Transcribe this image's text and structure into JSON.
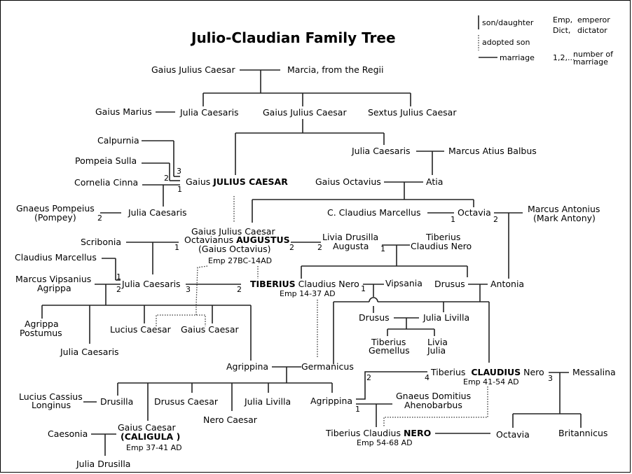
{
  "title": "Julio-Claudian Family Tree",
  "legend": {
    "son_daughter": "son/daughter",
    "adopted_son": "adopted son",
    "marriage": "marriage",
    "emp": "Emp,",
    "emperor": "emperor",
    "dict": "Dict,",
    "dictator": "dictator",
    "numbers": "1,2,...",
    "number_of": "number of",
    "marriage_word": "marriage"
  },
  "people": {
    "gjc_elder": "Gaius Julius Caesar",
    "marcia": "Marcia, from the Regii",
    "gaius_marius": "Gaius Marius",
    "julia_caesaris_1": "Julia Caesaris",
    "gjc_father": "Gaius Julius Caesar",
    "sextus": "Sextus Julius Caesar",
    "calpurnia": "Calpurnia",
    "pompeia": "Pompeia Sulla",
    "cornelia": "Cornelia Cinna",
    "caesar_prefix": "Gaius ",
    "caesar_bold": "JULIUS CAESAR",
    "pompey_1": "Gnaeus Pompeius",
    "pompey_2": "(Pompey)",
    "julia_caesaris_2": "Julia Caesaris",
    "julia_caesaris_3": "Julia Caesaris",
    "atius": "Marcus Atius Balbus",
    "gaius_octavius": "Gaius Octavius",
    "atia": "Atia",
    "marcellus_c": "C. Claudius Marcellus",
    "octavia": "Octavia",
    "antonius_1": "Marcus Antonius",
    "antonius_2": "(Mark Antony)",
    "augustus_1": "Gaius Julius Caesar",
    "augustus_2a": "Octavianus ",
    "augustus_2b": "AUGUSTUS",
    "augustus_3": "(Gaius Octavius)",
    "augustus_emp": "Emp 27BC-14AD",
    "scribonia": "Scribonia",
    "livia_1": "Livia Drusilla",
    "livia_2": "Augusta",
    "tcn_1": "Tiberius",
    "tcn_2": "Claudius Nero",
    "claudius_marcellus": "Claudius Marcellus",
    "agrippa_1": "Marcus Vipsanius",
    "agrippa_2": "Agrippa",
    "julia_elder": "Julia Caesaris",
    "tiberius_bold": "TIBERIUS",
    "tiberius_rest": " Claudius Nero",
    "tiberius_emp": "Emp 14-37 AD",
    "vipsania": "Vipsania",
    "drusus_elder": "Drusus",
    "antonia": "Antonia",
    "postumus_1": "Agrippa",
    "postumus_2": "Postumus",
    "julia_younger": "Julia Caesaris",
    "lucius": "Lucius Caesar",
    "gaius_c": "Gaius Caesar",
    "drusus_younger": "Drusus",
    "julia_livilla_1": "Julia Livilla",
    "gemellus_1": "Tiberius",
    "gemellus_2": "Gemellus",
    "livia_julia_1": "Livia",
    "livia_julia_2": "Julia",
    "agrippina_elder": "Agrippina",
    "germanicus": "Germanicus",
    "claudius_a": "Tiberius ",
    "claudius_bold": "CLAUDIUS",
    "claudius_c": " Nero",
    "claudius_emp": "Emp 41-54 AD",
    "messalina": "Messalina",
    "longinus_1": "Lucius Cassius",
    "longinus_2": "Longinus",
    "drusilla": "Drusilla",
    "drusus_caesar": "Drusus Caesar",
    "julia_livilla_2": "Julia Livilla",
    "agrippina_younger": "Agrippina",
    "nero_caesar": "Nero Caesar",
    "ahenobarbus_1": "Gnaeus Domitius",
    "ahenobarbus_2": "Ahenobarbus",
    "caesonia": "Caesonia",
    "caligula_1": "Gaius Caesar",
    "caligula_2": "(CALIGULA )",
    "caligula_emp": "Emp 37-41 AD",
    "julia_drusilla": "Julia Drusilla",
    "nero_a": "Tiberius Claudius ",
    "nero_bold": "NERO",
    "nero_emp": "Emp 54-68 AD",
    "octavia_younger": "Octavia",
    "britannicus": "Britannicus"
  },
  "marriage_numbers": {
    "caesar_calpurnia": "3",
    "caesar_pompeia": "2",
    "caesar_cornelia": "1",
    "pompey_julia": "2",
    "octavia_marcellus": "1",
    "octavia_antony": "2",
    "augustus_scribonia": "1",
    "augustus_livia": "2",
    "livia_augustus": "2",
    "livia_tcn": "1",
    "julia_marcellus": "1",
    "julia_agrippa": "2",
    "julia_tiberius": "3",
    "tiberius_julia": "2",
    "tiberius_vipsania": "1",
    "agrippina_claudius": "2",
    "claudius_agrippina": "4",
    "agrippina_ahenobarbus": "1",
    "claudius_messalina": "3"
  }
}
